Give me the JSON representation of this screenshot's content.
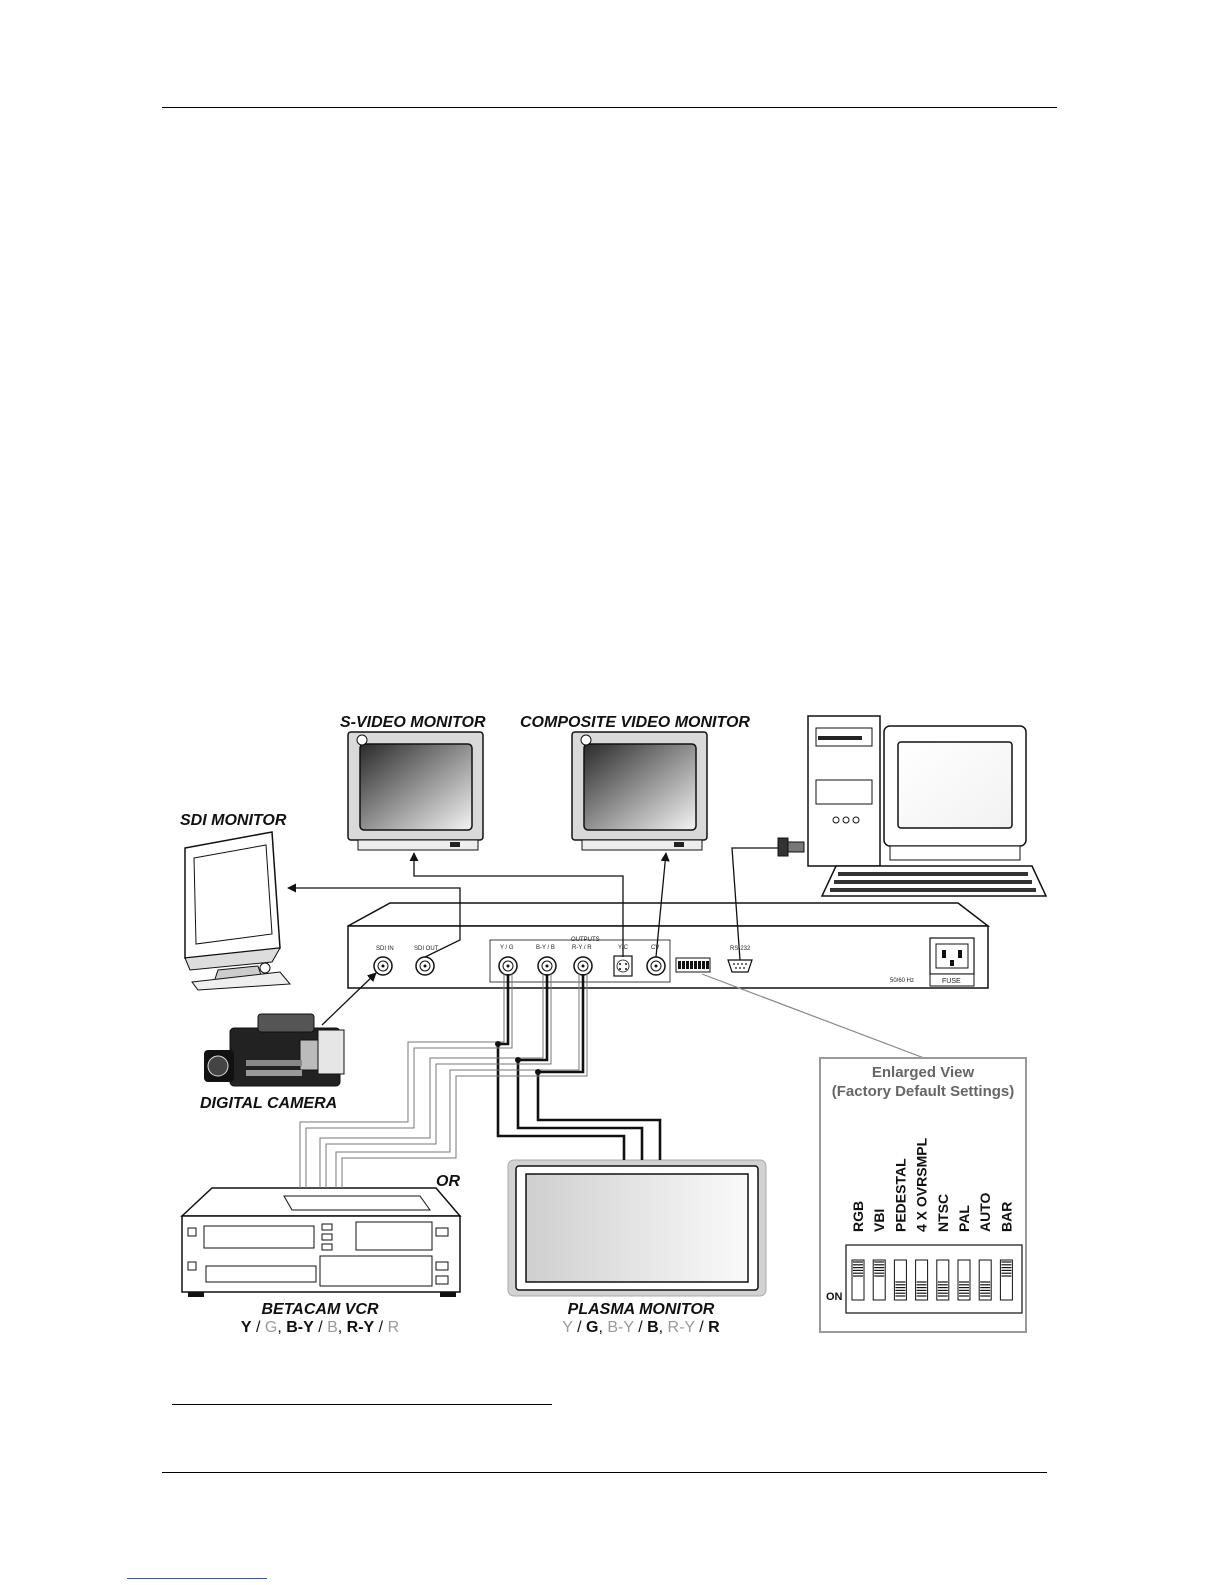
{
  "devices": {
    "svideo_monitor": "S-VIDEO MONITOR",
    "composite_monitor": "COMPOSITE VIDEO MONITOR",
    "sdi_monitor": "SDI MONITOR",
    "digital_camera": "DIGITAL CAMERA",
    "or_label": "OR",
    "betacam_vcr": "BETACAM VCR",
    "plasma_monitor": "PLASMA MONITOR"
  },
  "betacam_signals": [
    {
      "text": "Y",
      "bold": true,
      "color": "#111111"
    },
    {
      "text": " / ",
      "bold": false,
      "color": "#111111"
    },
    {
      "text": "G",
      "bold": false,
      "color": "#9a9a9a"
    },
    {
      "text": ", ",
      "bold": false,
      "color": "#111111"
    },
    {
      "text": "B-Y",
      "bold": true,
      "color": "#111111"
    },
    {
      "text": " / ",
      "bold": false,
      "color": "#111111"
    },
    {
      "text": "B",
      "bold": false,
      "color": "#9a9a9a"
    },
    {
      "text": ", ",
      "bold": false,
      "color": "#111111"
    },
    {
      "text": "R-Y",
      "bold": true,
      "color": "#111111"
    },
    {
      "text": " / ",
      "bold": false,
      "color": "#111111"
    },
    {
      "text": "R",
      "bold": false,
      "color": "#9a9a9a"
    }
  ],
  "plasma_signals": [
    {
      "text": "Y",
      "bold": false,
      "color": "#9a9a9a"
    },
    {
      "text": " / ",
      "bold": false,
      "color": "#111111"
    },
    {
      "text": "G",
      "bold": true,
      "color": "#111111"
    },
    {
      "text": ", ",
      "bold": false,
      "color": "#111111"
    },
    {
      "text": "B-Y",
      "bold": false,
      "color": "#9a9a9a"
    },
    {
      "text": " / ",
      "bold": false,
      "color": "#111111"
    },
    {
      "text": "B",
      "bold": true,
      "color": "#111111"
    },
    {
      "text": ", ",
      "bold": false,
      "color": "#111111"
    },
    {
      "text": "R-Y",
      "bold": false,
      "color": "#9a9a9a"
    },
    {
      "text": " / ",
      "bold": false,
      "color": "#111111"
    },
    {
      "text": "R",
      "bold": true,
      "color": "#111111"
    }
  ],
  "rear_panel": {
    "sdi_in": "SDI IN",
    "sdi_out": "SDI OUT",
    "outputs": "OUTPUTS",
    "y_g": "Y / G",
    "by_b": "B-Y / B",
    "ry_r": "R-Y / R",
    "yc": "Y/C",
    "cv": "CV",
    "rs232": "RS-232",
    "hz": "50/60 Hz",
    "fuse": "FUSE"
  },
  "enlarged_view": {
    "title_line1": "Enlarged View",
    "title_line2": "(Factory Default Settings)",
    "on_label": "ON",
    "switches": [
      {
        "label": "RGB",
        "on": false
      },
      {
        "label": "VBI",
        "on": false
      },
      {
        "label": "PEDESTAL",
        "on": true
      },
      {
        "label": "4 X OVRSMPL",
        "on": true
      },
      {
        "label": "NTSC",
        "on": true
      },
      {
        "label": "PAL",
        "on": true
      },
      {
        "label": "AUTO",
        "on": true
      },
      {
        "label": "BAR",
        "on": false
      }
    ]
  },
  "colors": {
    "wire": "#111111",
    "gray_wire": "#888888",
    "frame": "#999999"
  }
}
